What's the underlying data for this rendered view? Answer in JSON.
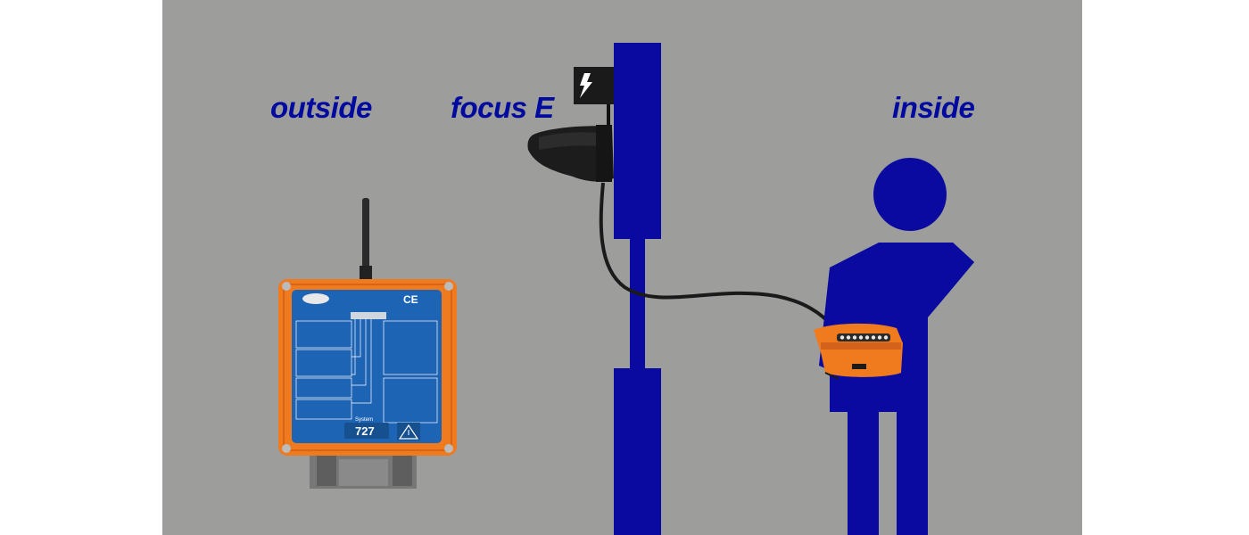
{
  "labels": {
    "outside": "outside",
    "focus": "focus E",
    "inside": "inside"
  },
  "receiver": {
    "ce_mark": "CE",
    "system_label": "System",
    "system_number": "727"
  },
  "colors": {
    "background": "#9d9d9c",
    "figure_blue": "#0a0aa0",
    "label_blue": "#000a9e",
    "device_orange": "#f07a1e",
    "device_panel": "#1e64b4"
  },
  "icons": {
    "wall_unit": "lightning-icon",
    "receiver_warning": "warning-triangle-icon"
  }
}
